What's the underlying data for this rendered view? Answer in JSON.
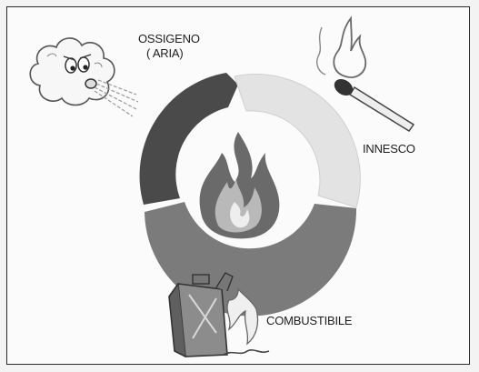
{
  "diagram": {
    "labels": {
      "oxygen": "OSSIGENO",
      "oxygen_sub": "( ARIA)",
      "ignition": "INNESCO",
      "fuel": "COMBUSTIBILE"
    },
    "icons": [
      "blowing-cloud-icon",
      "match-icon",
      "fire-icon",
      "fuel-can-icon"
    ],
    "colors": {
      "segment_oxygen": "#4a4a4a",
      "segment_ignition": "#e4e4e4",
      "segment_fuel": "#7a7a7a"
    }
  }
}
